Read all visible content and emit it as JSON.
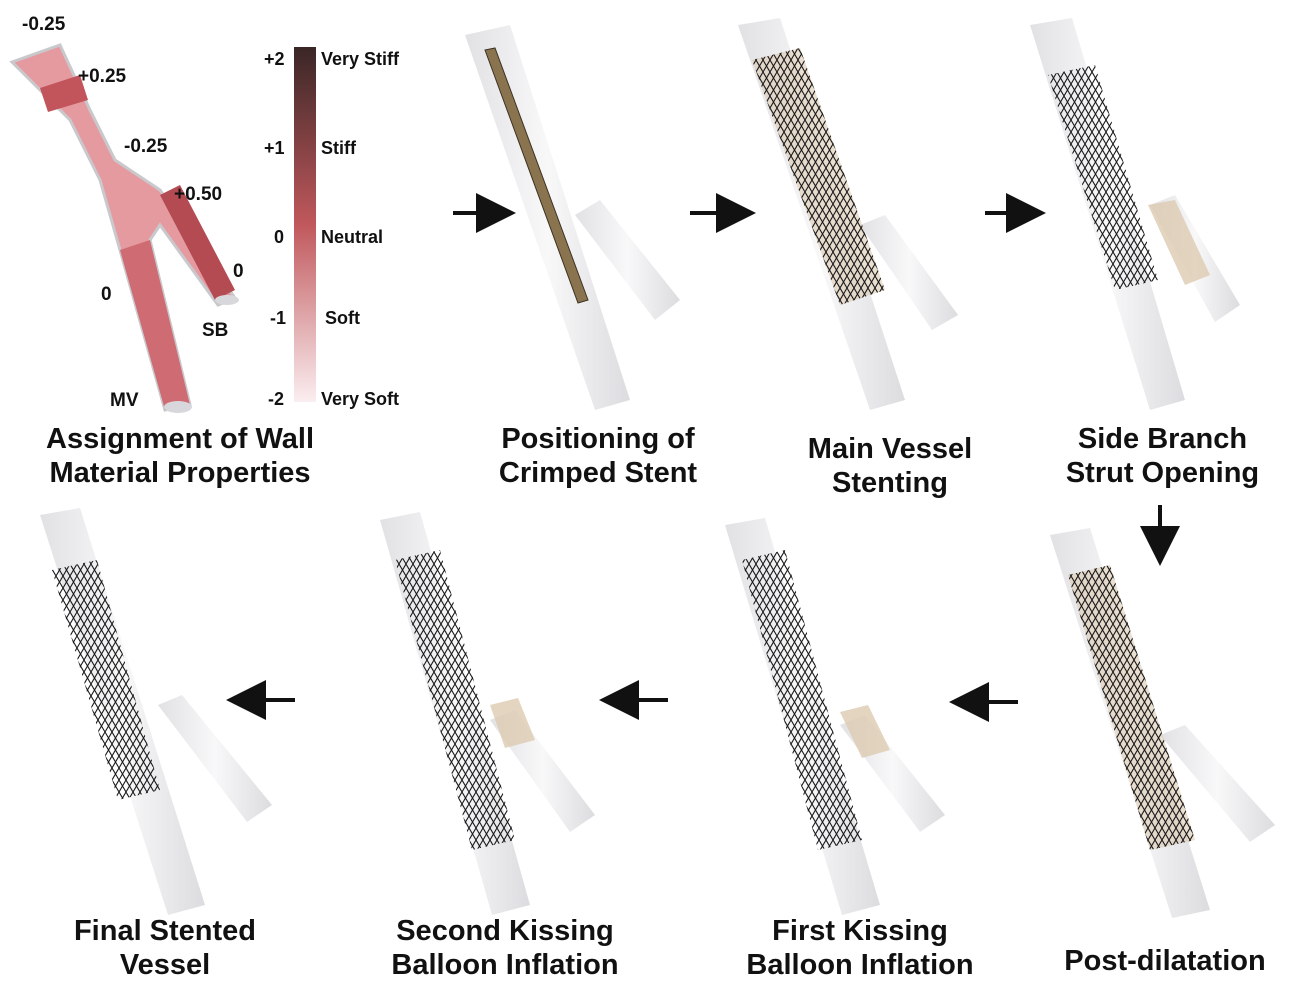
{
  "captions": [
    {
      "line1": "Assignment of Wall",
      "line2": "Material Properties"
    },
    {
      "line1": "Positioning of",
      "line2": "Crimped Stent"
    },
    {
      "line1": "Main Vessel",
      "line2": "Stenting"
    },
    {
      "line1": "Side Branch",
      "line2": "Strut Opening"
    },
    {
      "line1": "Post-dilatation",
      "line2": ""
    },
    {
      "line1": "First Kissing",
      "line2": "Balloon Inflation"
    },
    {
      "line1": "Second Kissing",
      "line2": "Balloon Inflation"
    },
    {
      "line1": "Final Stented",
      "line2": "Vessel"
    }
  ],
  "segment_labels": {
    "top": "-0.25",
    "upper_band": "+0.25",
    "mid": "-0.25",
    "side_branch_band": "+0.50",
    "side_branch_end": "0",
    "main_vessel": "0",
    "sb": "SB",
    "mv": "MV"
  },
  "colorbar": {
    "ticks": [
      {
        "value": "+2",
        "label": "Very Stiff"
      },
      {
        "value": "+1",
        "label": "Stiff"
      },
      {
        "value": "0",
        "label": "Neutral"
      },
      {
        "value": "-1",
        "label": "Soft"
      },
      {
        "value": "-2",
        "label": "Very Soft"
      }
    ],
    "color_top": "#3a2626",
    "color_mid": "#c0585c",
    "color_bottom": "#fbeef0"
  },
  "colors": {
    "vessel_fill": "#e8e8ea",
    "vessel_stroke": "#c9c9cd",
    "wall_pink": "#e59aa0",
    "wall_red": "#c2545b",
    "stent_wire": "#1a1a1a",
    "balloon": "#dccab0",
    "crimped": "#8a7450"
  }
}
